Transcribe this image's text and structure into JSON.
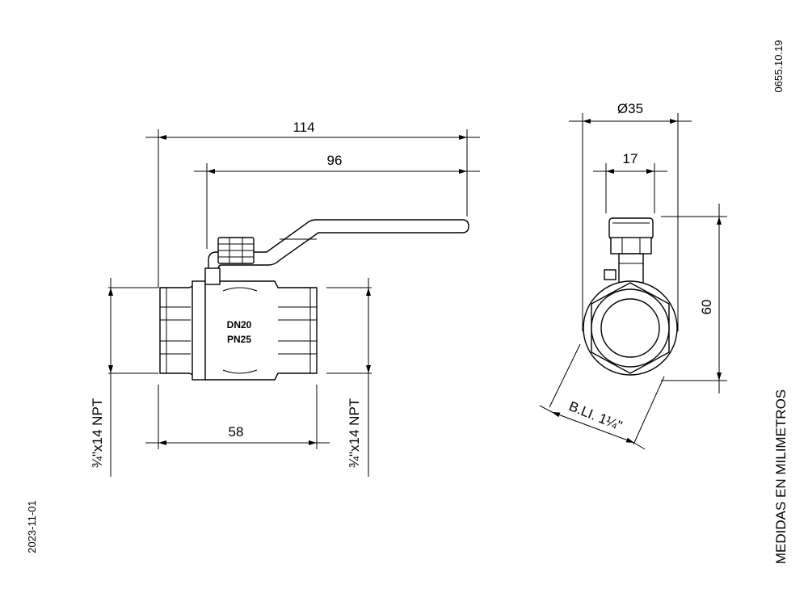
{
  "drawing_code": "0655.10.19",
  "date": "2023-11-01",
  "units_note": "MEDIDAS EN MILIMETROS",
  "side_view": {
    "overall_length": "114",
    "handle_length": "96",
    "body_length": "58",
    "thread_left": "¾\"x14 NPT",
    "thread_right": "¾\"x14 NPT",
    "marking_line1": "DN20",
    "marking_line2": "PN25"
  },
  "front_view": {
    "diameter": "Ø35",
    "stem_width": "17",
    "height": "60",
    "hex_size": "B.LI. 1¼\""
  }
}
